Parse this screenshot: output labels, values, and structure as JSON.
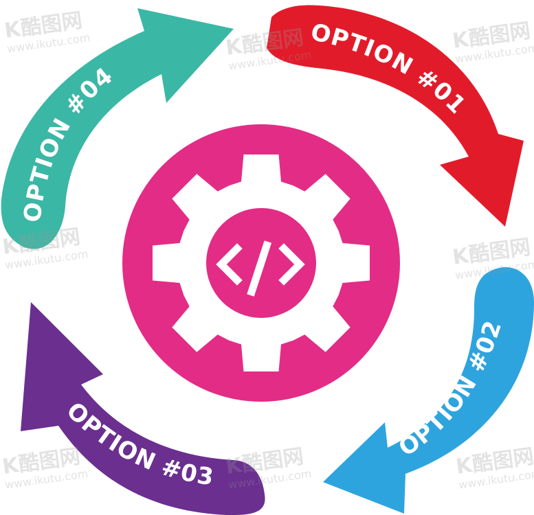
{
  "diagram": {
    "center_icon": "gear-code-icon",
    "center_symbol": "</>",
    "options": [
      {
        "label": "OPTION #01",
        "color": "#e21b2b"
      },
      {
        "label": "OPTION #02",
        "color": "#2ea4de"
      },
      {
        "label": "OPTION #03",
        "color": "#6a2f8f"
      },
      {
        "label": "OPTION #04",
        "color": "#3bb7a5"
      }
    ],
    "center_color": "#e32c86"
  },
  "watermark": {
    "brand": "酷图网",
    "url": "www.ikutu.com"
  }
}
